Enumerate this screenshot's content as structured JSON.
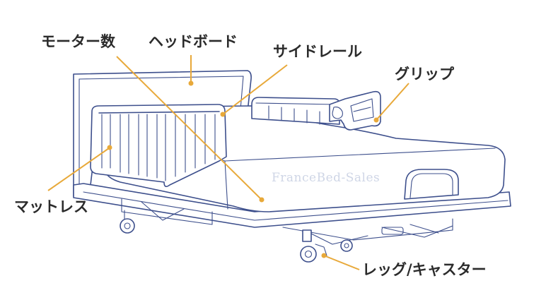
{
  "labels": {
    "motor_count": "モーター数",
    "headboard": "ヘッドボード",
    "side_rail": "サイドレール",
    "grip": "グリップ",
    "mattress": "マットレス",
    "leg_caster": "レッグ/キャスター"
  },
  "watermark": "FranceBed-Sales",
  "colors": {
    "line_art": "#3d4f8c",
    "leader": "#e8a93a",
    "label_text": "#2b2b2b"
  }
}
